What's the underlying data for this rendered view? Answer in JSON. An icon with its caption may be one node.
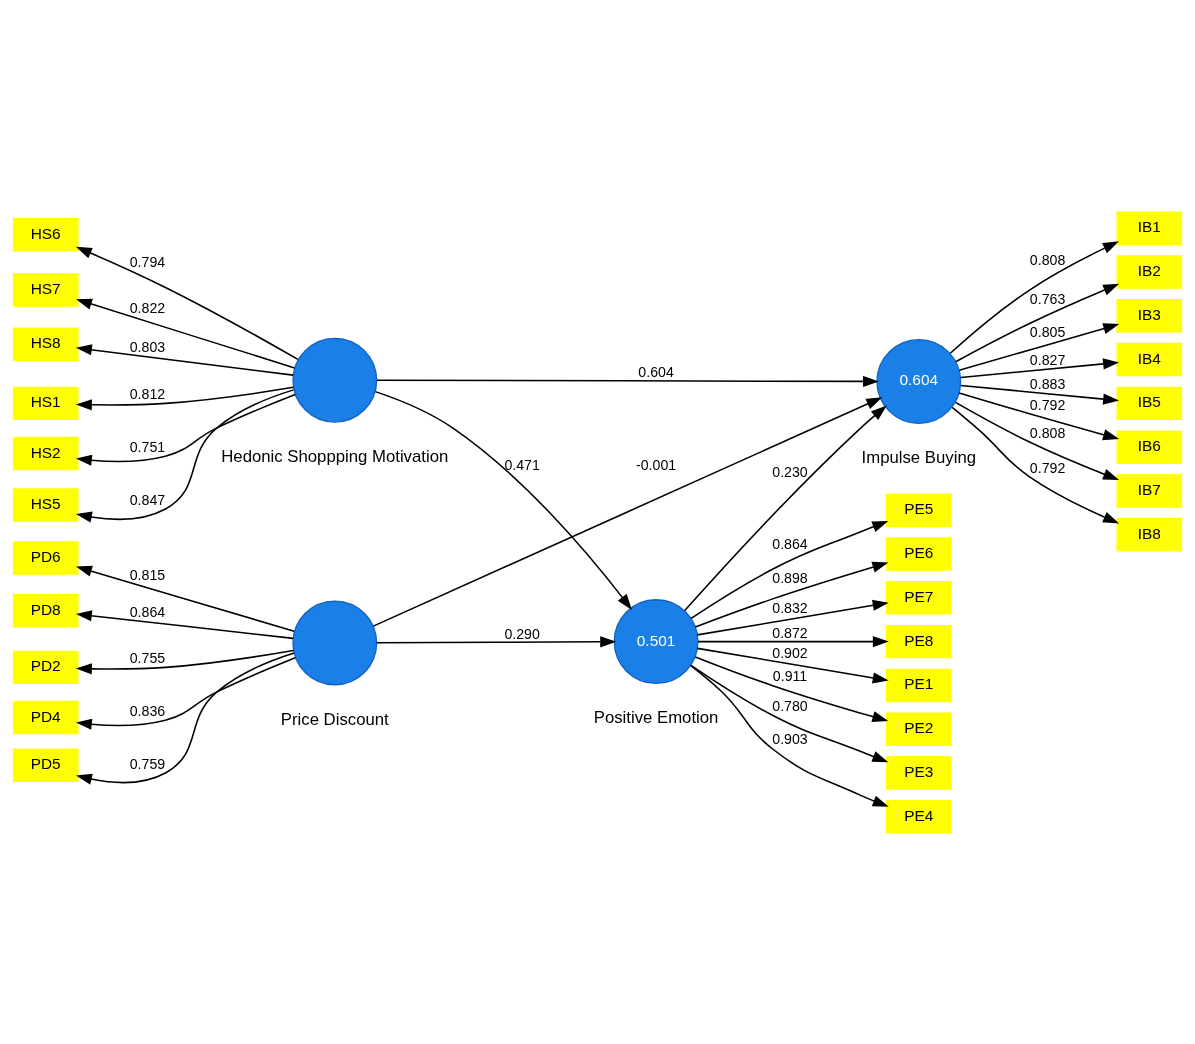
{
  "diagram": {
    "nodes": [
      {
        "text": [
          "PD2"
        ]
      },
      {
        "text": [
          "PD4"
        ]
      },
      {
        "text": [
          "PD5"
        ]
      },
      {
        "text": [
          "PD6"
        ]
      },
      {
        "text": [
          "PD8"
        ]
      },
      {
        "text": [],
        "shape": "circle",
        "beside": [
          "Price Discount"
        ]
      },
      {
        "text": [
          "PE1"
        ]
      },
      {
        "text": [
          "PE2"
        ]
      },
      {
        "text": [
          "PE3"
        ]
      },
      {
        "text": [
          "PE4"
        ]
      },
      {
        "text": [
          "PE5"
        ]
      },
      {
        "text": [
          "PE6"
        ]
      },
      {
        "text": [
          "PE7"
        ]
      },
      {
        "text": [
          "PE8"
        ]
      },
      {
        "text": [
          "0.501"
        ],
        "beside": [
          "Positive Emotion"
        ]
      },
      {
        "text": [
          "IB1"
        ]
      },
      {
        "text": [
          "IB2"
        ]
      },
      {
        "text": [
          "IB3"
        ]
      },
      {
        "text": [
          "IB4"
        ]
      },
      {
        "text": [
          "IB5"
        ]
      },
      {
        "text": [
          "IB6"
        ]
      },
      {
        "text": [
          "IB7"
        ]
      },
      {
        "text": [
          "IB8"
        ]
      },
      {
        "text": [
          "0.604"
        ],
        "beside": [
          "Impulse Buying"
        ]
      },
      {
        "text": [
          "HS1"
        ]
      },
      {
        "text": [
          "HS2"
        ]
      },
      {
        "text": [
          "HS5"
        ]
      },
      {
        "text": [
          "HS6"
        ]
      },
      {
        "text": [
          "HS7"
        ]
      },
      {
        "text": [
          "HS8"
        ]
      },
      {
        "text": [],
        "shape": "circle",
        "beside": [
          "Hedonic Shoppping Motivation"
        ]
      }
    ],
    "edges": [
      {
        "from": 5,
        "to": 0,
        "arrow": "to",
        "label": "0.755"
      },
      {
        "from": 5,
        "to": 1,
        "arrow": "to",
        "label": "0.836"
      },
      {
        "from": 5,
        "to": 2,
        "arrow": "to",
        "label": "0.759"
      },
      {
        "from": 5,
        "to": 3,
        "arrow": "to",
        "label": "0.815"
      },
      {
        "from": 5,
        "to": 4,
        "arrow": "to",
        "label": "0.864"
      },
      {
        "from": 5,
        "to": 14,
        "arrow": "to",
        "label": "0.290"
      },
      {
        "from": 5,
        "to": 23,
        "arrow": "to",
        "label": "-0.001"
      },
      {
        "from": 14,
        "to": 6,
        "arrow": "to",
        "label": "0.902"
      },
      {
        "from": 14,
        "to": 7,
        "arrow": "to",
        "label": "0.911"
      },
      {
        "from": 14,
        "to": 8,
        "arrow": "to",
        "label": "0.780"
      },
      {
        "from": 14,
        "to": 9,
        "arrow": "to",
        "label": "0.903"
      },
      {
        "from": 14,
        "to": 10,
        "arrow": "to",
        "label": "0.864"
      },
      {
        "from": 14,
        "to": 11,
        "arrow": "to",
        "label": "0.898"
      },
      {
        "from": 14,
        "to": 12,
        "arrow": "to",
        "label": "0.832"
      },
      {
        "from": 14,
        "to": 13,
        "arrow": "to",
        "label": "0.872"
      },
      {
        "from": 14,
        "to": 23,
        "arrow": "to",
        "label": "0.230"
      },
      {
        "from": 23,
        "to": 15,
        "arrow": "to",
        "label": "0.808"
      },
      {
        "from": 23,
        "to": 16,
        "arrow": "to",
        "label": "0.763"
      },
      {
        "from": 23,
        "to": 17,
        "arrow": "to",
        "label": "0.805"
      },
      {
        "from": 23,
        "to": 18,
        "arrow": "to",
        "label": "0.827"
      },
      {
        "from": 23,
        "to": 19,
        "arrow": "to",
        "label": "0.883"
      },
      {
        "from": 23,
        "to": 20,
        "arrow": "to",
        "label": "0.792"
      },
      {
        "from": 23,
        "to": 21,
        "arrow": "to",
        "label": "0.808"
      },
      {
        "from": 23,
        "to": 22,
        "arrow": "to",
        "label": "0.792"
      },
      {
        "from": 30,
        "to": 24,
        "arrow": "to",
        "label": "0.812"
      },
      {
        "from": 30,
        "to": 25,
        "arrow": "to",
        "label": "0.751"
      },
      {
        "from": 30,
        "to": 26,
        "arrow": "to",
        "label": "0.847"
      },
      {
        "from": 30,
        "to": 27,
        "arrow": "to",
        "label": "0.794"
      },
      {
        "from": 30,
        "to": 28,
        "arrow": "to",
        "label": "0.822"
      },
      {
        "from": 30,
        "to": 29,
        "arrow": "to",
        "label": "0.803"
      },
      {
        "from": 30,
        "to": 14,
        "arrow": "to",
        "label": "0.471"
      },
      {
        "from": 30,
        "to": 23,
        "arrow": "to",
        "label": "0.604"
      }
    ]
  }
}
